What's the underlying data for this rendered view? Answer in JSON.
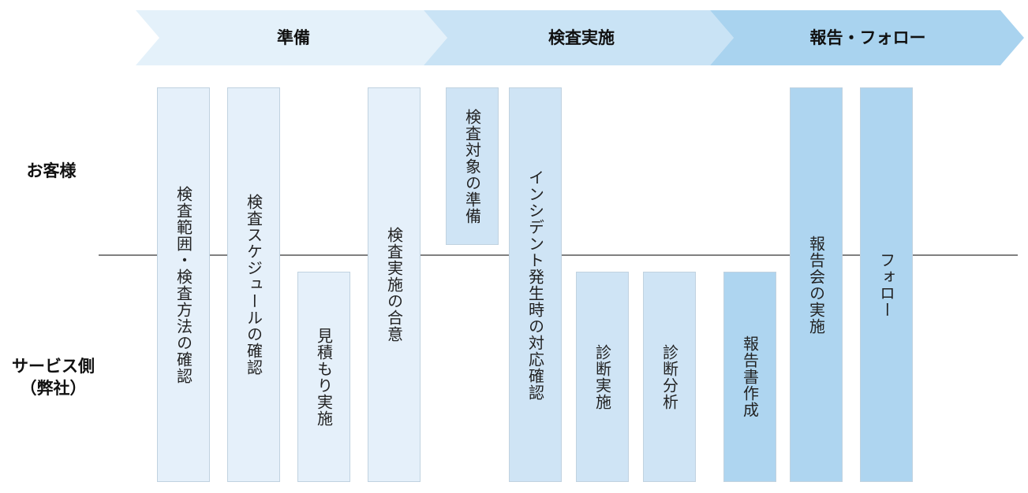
{
  "phases": [
    {
      "label": "準備",
      "color": "#e4f1fa"
    },
    {
      "label": "検査実施",
      "color": "#c9e3f5"
    },
    {
      "label": "報告・フォロー",
      "color": "#a9d3ef"
    }
  ],
  "rows": {
    "customer": "お客様",
    "service_line1": "サービス側",
    "service_line2": "（弊社）"
  },
  "tasks": [
    {
      "label": "検査範囲・検査方法の確認"
    },
    {
      "label": "検査スケジュールの確認"
    },
    {
      "label": "見積もり実施"
    },
    {
      "label": "検査実施の合意"
    },
    {
      "label": "検査対象の準備"
    },
    {
      "label": "インシデント発生時の対応確認"
    },
    {
      "label": "診断実施"
    },
    {
      "label": "診断分析"
    },
    {
      "label": "報告書作成"
    },
    {
      "label": "報告会の実施"
    },
    {
      "label": "フォロー"
    }
  ]
}
